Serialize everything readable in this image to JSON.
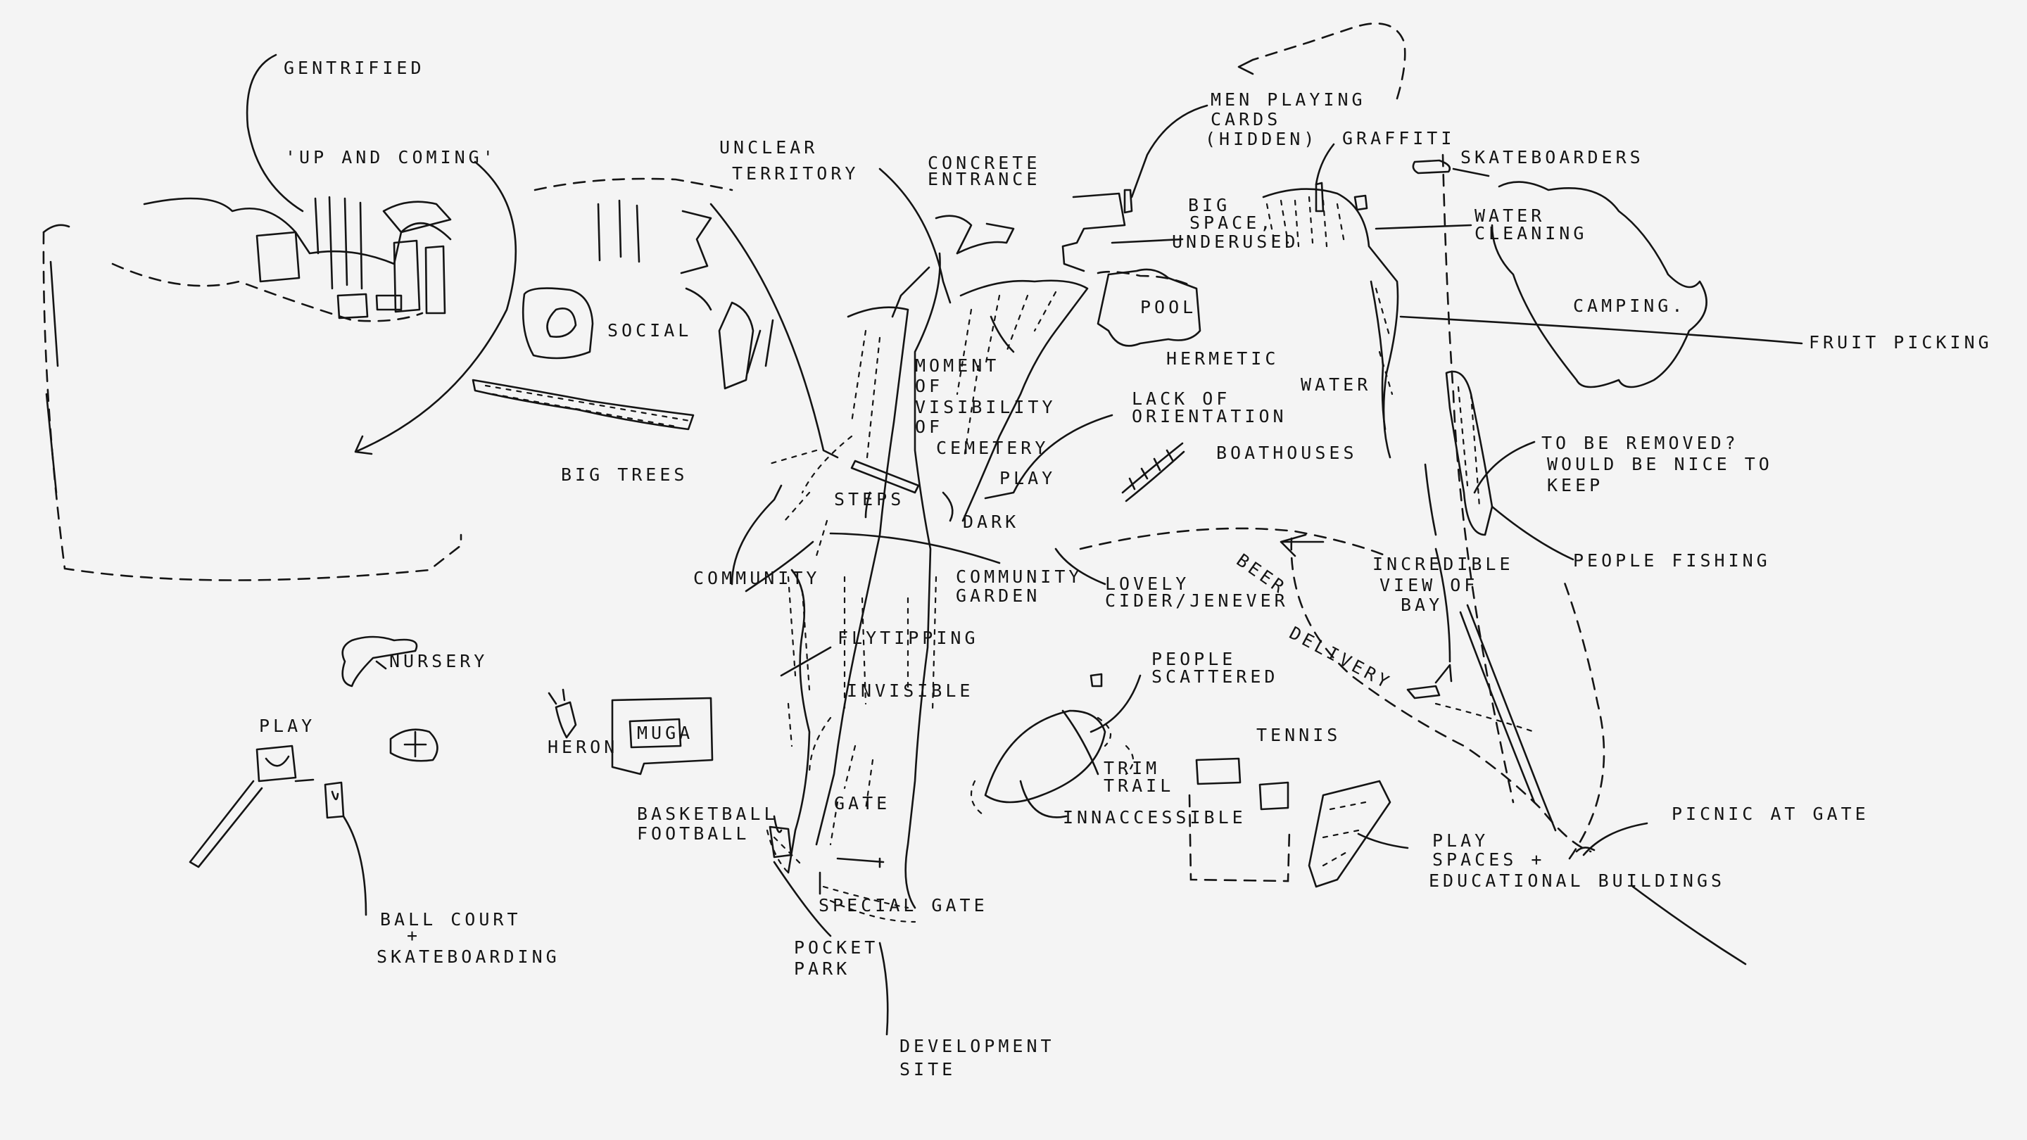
{
  "labels": {
    "gentrified": "GENTRIFIED",
    "up_and_coming": "'UP AND COMING'",
    "unclear_territory_1": "UNCLEAR",
    "unclear_territory_2": "TERRITORY",
    "concrete_entrance_1": "CONCRETE",
    "concrete_entrance_2": "ENTRANCE",
    "men_playing_cards_1": "MEN PLAYING",
    "men_playing_cards_2": "CARDS",
    "men_playing_cards_3": "(HIDDEN)",
    "graffiti": "GRAFFITI",
    "skateboarders": "SKATEBOARDERS",
    "big_space_1": "BIG",
    "big_space_2": "SPACE,",
    "big_space_3": "UNDERUSED",
    "water_cleaning_1": "WATER",
    "water_cleaning_2": "CLEANING",
    "camping": "CAMPING.",
    "pool": "POOL",
    "social": "SOCIAL",
    "hermetic": "HERMETIC",
    "fruit_picking": "FRUIT PICKING",
    "water": "WATER",
    "moment_1": "MOMENT",
    "moment_2": "OF",
    "moment_3": "VISIBILITY",
    "moment_4": "OF",
    "moment_5": "CEMETERY",
    "lack_orientation_1": "LACK OF",
    "lack_orientation_2": "ORIENTATION",
    "boathouses": "BOATHOUSES",
    "to_be_removed_1": "TO BE REMOVED?",
    "to_be_removed_2": "WOULD BE NICE TO",
    "to_be_removed_3": "KEEP",
    "big_trees": "BIG TREES",
    "steps": "STEPS",
    "play_top": "PLAY",
    "dark": "DARK",
    "community": "COMMUNITY",
    "community_garden_1": "COMMUNITY",
    "community_garden_2": "GARDEN",
    "lovely_cider_1": "LOVELY",
    "lovely_cider_2": "CIDER/JENEVER",
    "beer_delivery_1": "BEER",
    "beer_delivery_2": "DELIVERY",
    "incredible_view_1": "INCREDIBLE",
    "incredible_view_2": "VIEW OF",
    "incredible_view_3": "BAY",
    "people_fishing": "PEOPLE FISHING",
    "nursery": "NURSERY",
    "flytipping": "FLYTIPPING",
    "invisible": "INVISIBLE",
    "people_scattered_1": "PEOPLE",
    "people_scattered_2": "SCATTERED",
    "play_left": "PLAY",
    "heron": "HERON",
    "muga": "MUGA",
    "tennis": "TENNIS",
    "trim_trail_1": "TRIM",
    "trim_trail_2": "TRAIL",
    "gate": "GATE",
    "inaccessible": "INNACCESSIBLE",
    "basketball_1": "BASKETBALL",
    "basketball_2": "FOOTBALL",
    "play_spaces_1": "PLAY",
    "play_spaces_2": "SPACES +",
    "educational_buildings": "EDUCATIONAL BUILDINGS",
    "picnic_at_gate": "PICNIC AT GATE",
    "special_gate": "SPECIAL GATE",
    "ball_court_1": "BALL COURT",
    "ball_court_2": "+",
    "ball_court_3": "SKATEBOARDING",
    "pocket_park_1": "POCKET",
    "pocket_park_2": "PARK",
    "development_site_1": "DEVELOPMENT",
    "development_site_2": "SITE"
  },
  "colors": {
    "ink": "#141414",
    "paper": "#f4f4f4"
  }
}
